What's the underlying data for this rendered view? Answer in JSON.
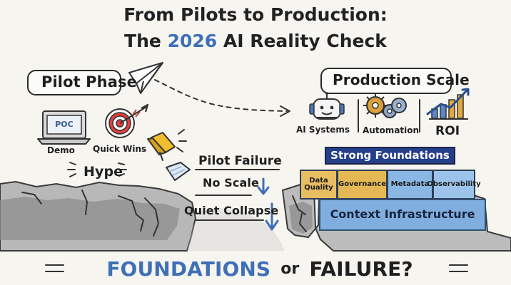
{
  "title": {
    "line1": "From Pilots to Production:",
    "line2_prefix": "The ",
    "line2_accent": "2026",
    "line2_suffix": " AI Reality Check"
  },
  "left_side": {
    "phase_label": "Pilot Phase",
    "items": [
      {
        "icon": "laptop-icon",
        "badge": "POC",
        "label": "Demo"
      },
      {
        "icon": "target-icon",
        "label": "Quick Wins"
      },
      {
        "icon": "megaphone-icon",
        "label": "Hype"
      }
    ]
  },
  "middle": {
    "failure_title": "Pilot Failure",
    "no_scale": "No Scale",
    "quiet_collapse": "Quiet Collapse"
  },
  "right_side": {
    "phase_label": "Production Scale",
    "items": [
      {
        "icon": "robot-icon",
        "label": "AI Systems"
      },
      {
        "icon": "gears-icon",
        "label": "Automation"
      },
      {
        "icon": "chart-up-icon",
        "label": "ROI"
      }
    ],
    "stack": {
      "header": "Strong Foundations",
      "cells": [
        "Data Quality",
        "Governance",
        "Metadata",
        "Observability"
      ],
      "base": "Context Infrastructure"
    }
  },
  "bottom": {
    "left": "FOUNDATIONS",
    "middle": "or",
    "right": "FAILURE?"
  },
  "colors": {
    "accent": "#3f6fb6",
    "stack_header": "#243f8a",
    "stack_base": "#7faedf",
    "gold": "#e3b855"
  }
}
